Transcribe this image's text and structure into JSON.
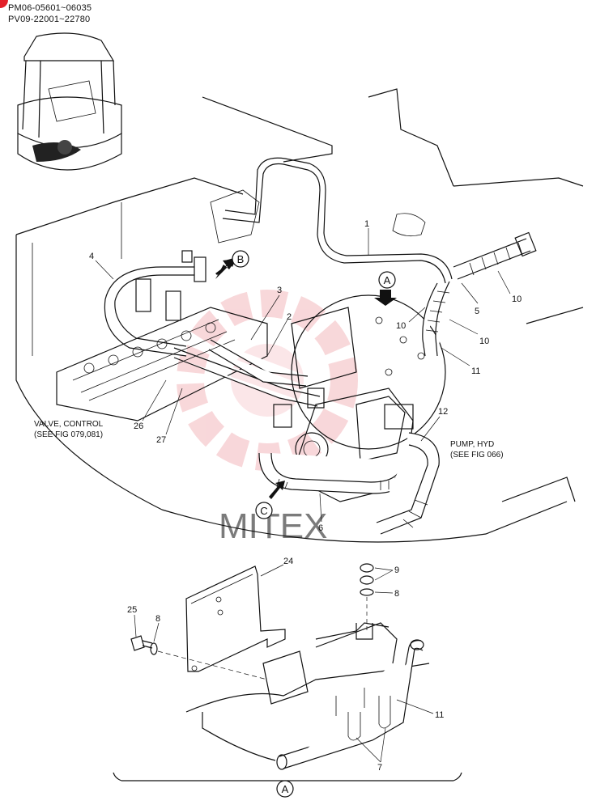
{
  "header": {
    "serial_line_1": "PM06-05601~06035",
    "serial_line_2": "PV09-22001~22780",
    "accent_color": "#e3202a"
  },
  "view_labels": {
    "a": "A",
    "b": "B",
    "c": "C"
  },
  "callouts": {
    "c1": "1",
    "c2": "2",
    "c3": "3",
    "c4": "4",
    "c5": "5",
    "c6": "6",
    "c7": "7",
    "c8a": "8",
    "c8b": "8",
    "c9": "9",
    "c10a": "10",
    "c10b": "10",
    "c10c": "10",
    "c11a": "11",
    "c11b": "11",
    "c12": "12",
    "c24": "24",
    "c25": "25",
    "c26": "26",
    "c27": "27"
  },
  "references": {
    "valve_line_1": "VALVE, CONTROL",
    "valve_line_2": "(SEE FIG 079,081)",
    "pump_line_1": "PUMP, HYD",
    "pump_line_2": "(SEE FIG 066)"
  },
  "watermark": {
    "text": "MITEX",
    "color": "#f3b8bc"
  }
}
